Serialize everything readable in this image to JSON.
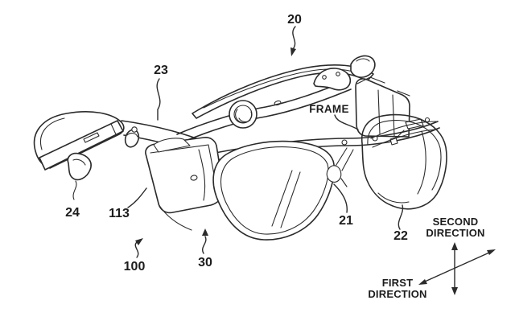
{
  "figure": {
    "background_color": "#ffffff",
    "ink_color": "#2b2b2b"
  },
  "reference_labels": {
    "r20": "20",
    "r23": "23",
    "r24": "24",
    "r113": "113",
    "r100": "100",
    "r30": "30",
    "r21": "21",
    "r22": "22",
    "frame": "FRAME"
  },
  "direction_indicator": {
    "second": {
      "line1": "SECOND",
      "line2": "DIRECTION"
    },
    "first": {
      "line1": "FIRST",
      "line2": "DIRECTION"
    }
  }
}
